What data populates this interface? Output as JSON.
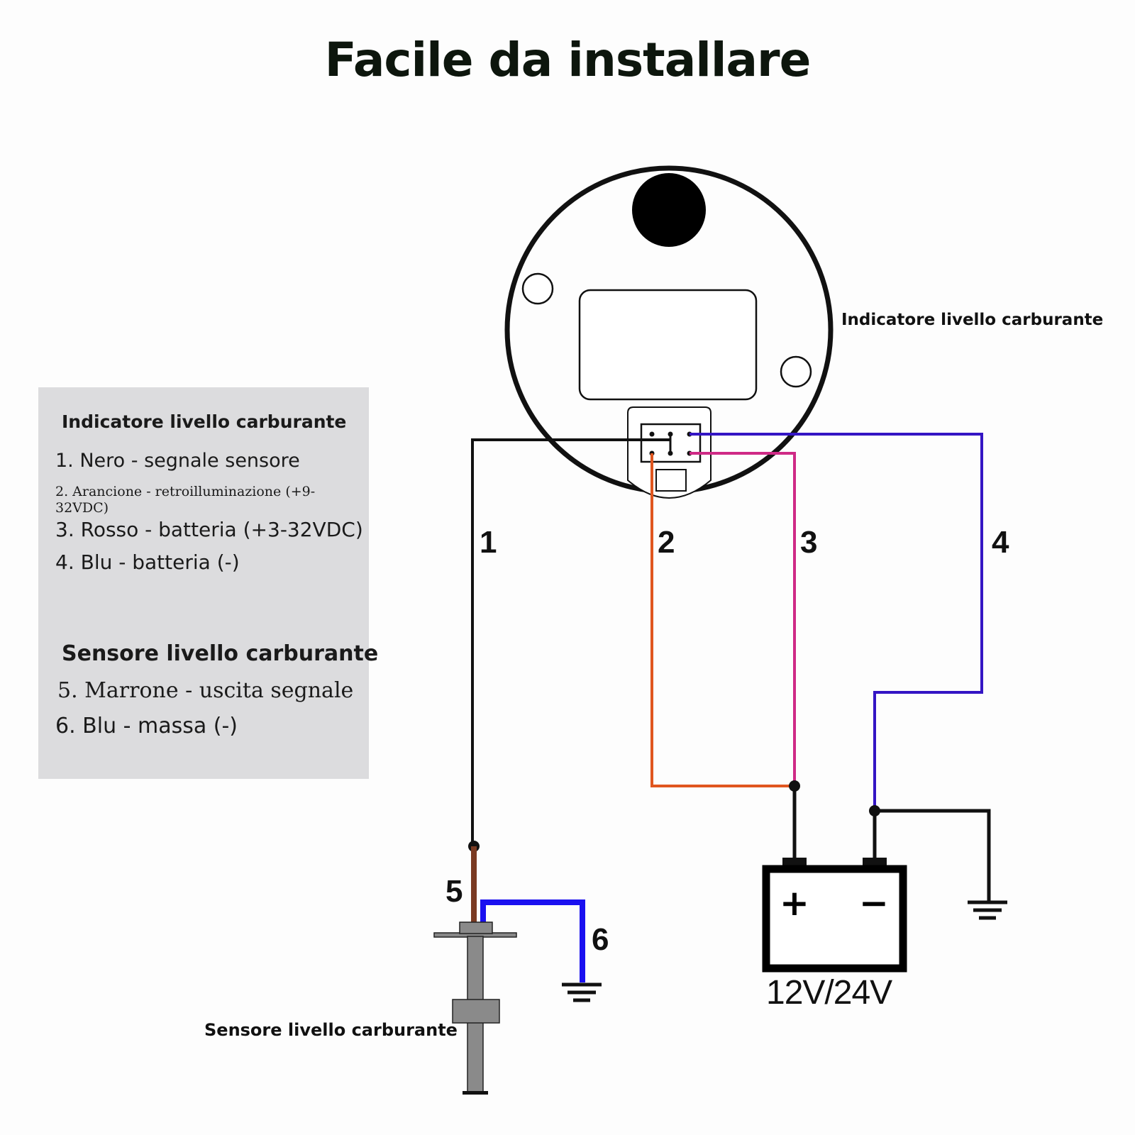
{
  "title": "Facile da installare",
  "gauge_label": "Indicatore livello carburante",
  "sensor_label": "Sensore livello carburante",
  "battery": {
    "voltage": "12V/24V",
    "plus_symbol": "+",
    "minus_symbol": "−"
  },
  "wire_numbers": [
    "1",
    "2",
    "3",
    "4",
    "5",
    "6"
  ],
  "wire_colors": {
    "black": "#111111",
    "orange": "#e0561f",
    "pink": "#cf2a86",
    "purple_blue": "#3415c4",
    "brown": "#7a3a22",
    "blue": "#1a10f0"
  },
  "legend": {
    "gauge_heading": "Indicatore livello carburante",
    "gauge_items": [
      "1. Nero - segnale sensore",
      "2. Arancione - retroilluminazione (+9-32VDC)",
      "3. Rosso - batteria (+3-32VDC)",
      "4. Blu - batteria (-)"
    ],
    "sensor_heading": "Sensore livello carburante",
    "sensor_items": [
      "5. Marrone - uscita segnale",
      "6. Blu - massa (-)"
    ]
  }
}
